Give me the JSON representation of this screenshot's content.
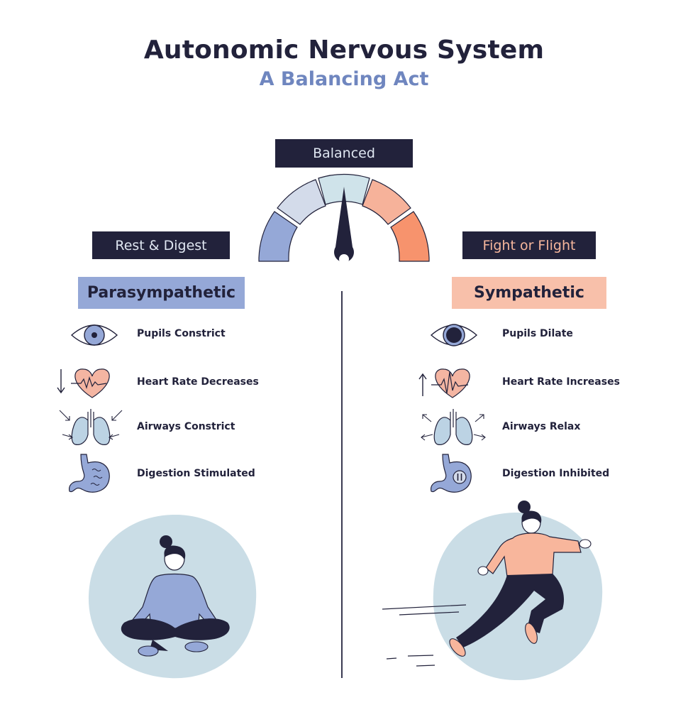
{
  "title": "Autonomic Nervous System",
  "subtitle": "A Balancing Act",
  "gauge": {
    "label": "Balanced"
  },
  "left": {
    "mode": "Rest & Digest",
    "system": "Parasympathetic",
    "effects": [
      "Pupils Constrict",
      "Heart Rate Decreases",
      "Airways Constrict",
      "Digestion Stimulated"
    ]
  },
  "right": {
    "mode": "Fight or Flight",
    "system": "Sympathetic",
    "effects": [
      "Pupils Dilate",
      "Heart Rate Increases",
      "Airways Relax",
      "Digestion Inhibited"
    ]
  },
  "colors": {
    "dark": "#22223b",
    "parasympathetic": "#95a8d7",
    "sympathetic": "#f8c0aa",
    "circle": "#cadde6",
    "lung": "#bcd3e4",
    "heart": "#f4b5a2"
  }
}
